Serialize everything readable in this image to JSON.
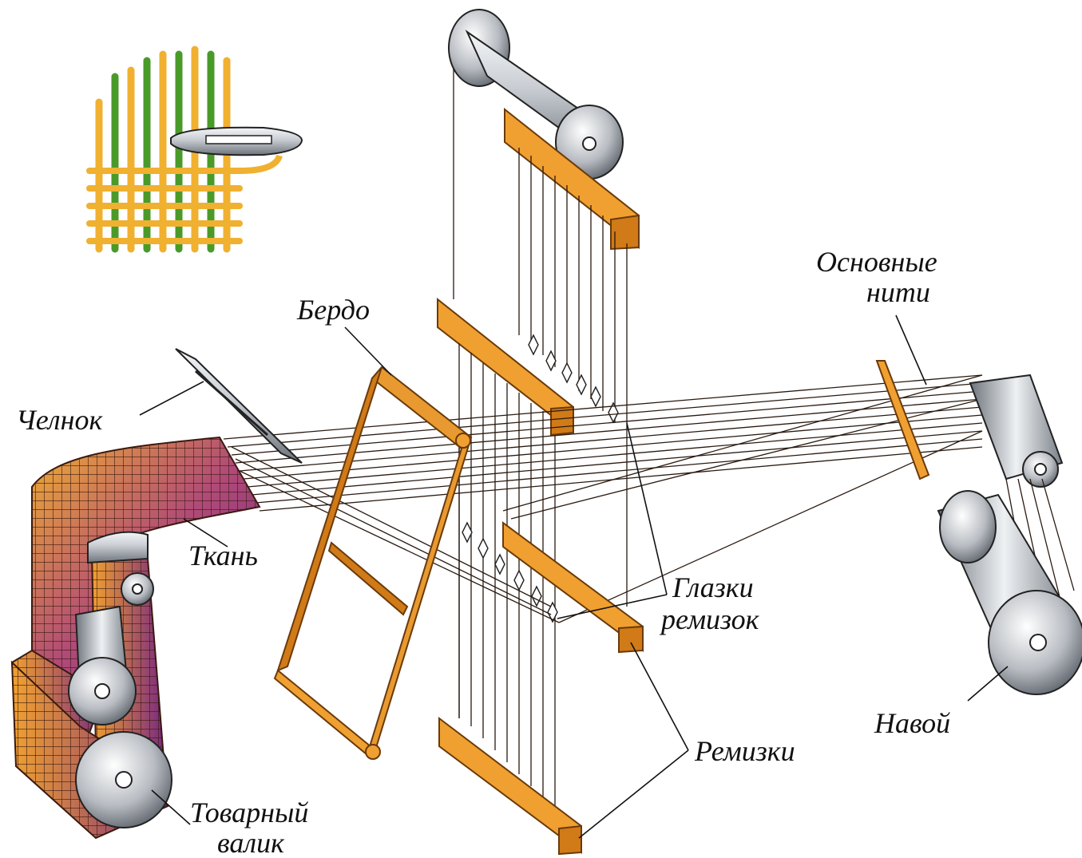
{
  "labels": {
    "shuttle": "Челнок",
    "reed": "Бердо",
    "warp_threads_line1": "Основные",
    "warp_threads_line2": "нити",
    "cloth": "Ткань",
    "heddle_eyes_line1": "Глазки",
    "heddle_eyes_line2": "ремизок",
    "heddles": "Ремизки",
    "warp_beam": "Навой",
    "cloth_roller_line1": "Товарный",
    "cloth_roller_line2": "валик"
  },
  "colors": {
    "wood": "#f0a030",
    "wood_dark": "#b86a10",
    "metal_light": "#eef1f3",
    "metal_dark": "#7a8088",
    "thread_green": "#4a9a2a",
    "thread_yellow": "#f0b030",
    "cloth_purple": "#7a2a80",
    "cloth_orange": "#f0a030",
    "ink": "#111111"
  }
}
